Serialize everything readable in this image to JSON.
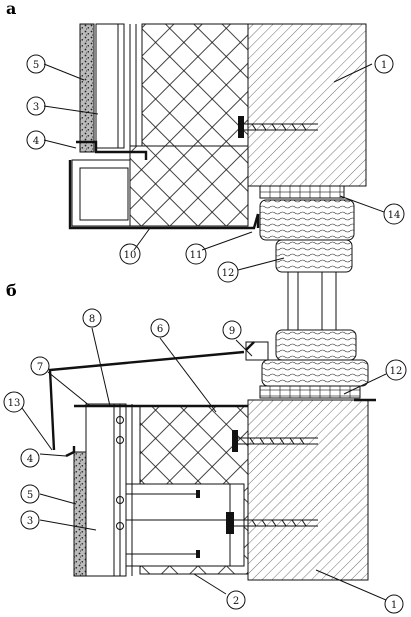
{
  "sections": {
    "a": "а",
    "b": "б"
  },
  "labels": {
    "l1": "1",
    "l2": "2",
    "l3": "3",
    "l4": "4",
    "l5": "5",
    "l6": "6",
    "l7": "7",
    "l8": "8",
    "l9": "9",
    "l10": "10",
    "l11": "11",
    "l12": "12",
    "l13": "13",
    "l14": "14"
  },
  "colors": {
    "ink": "#111111",
    "paper": "#ffffff",
    "hatch": "#333333"
  }
}
